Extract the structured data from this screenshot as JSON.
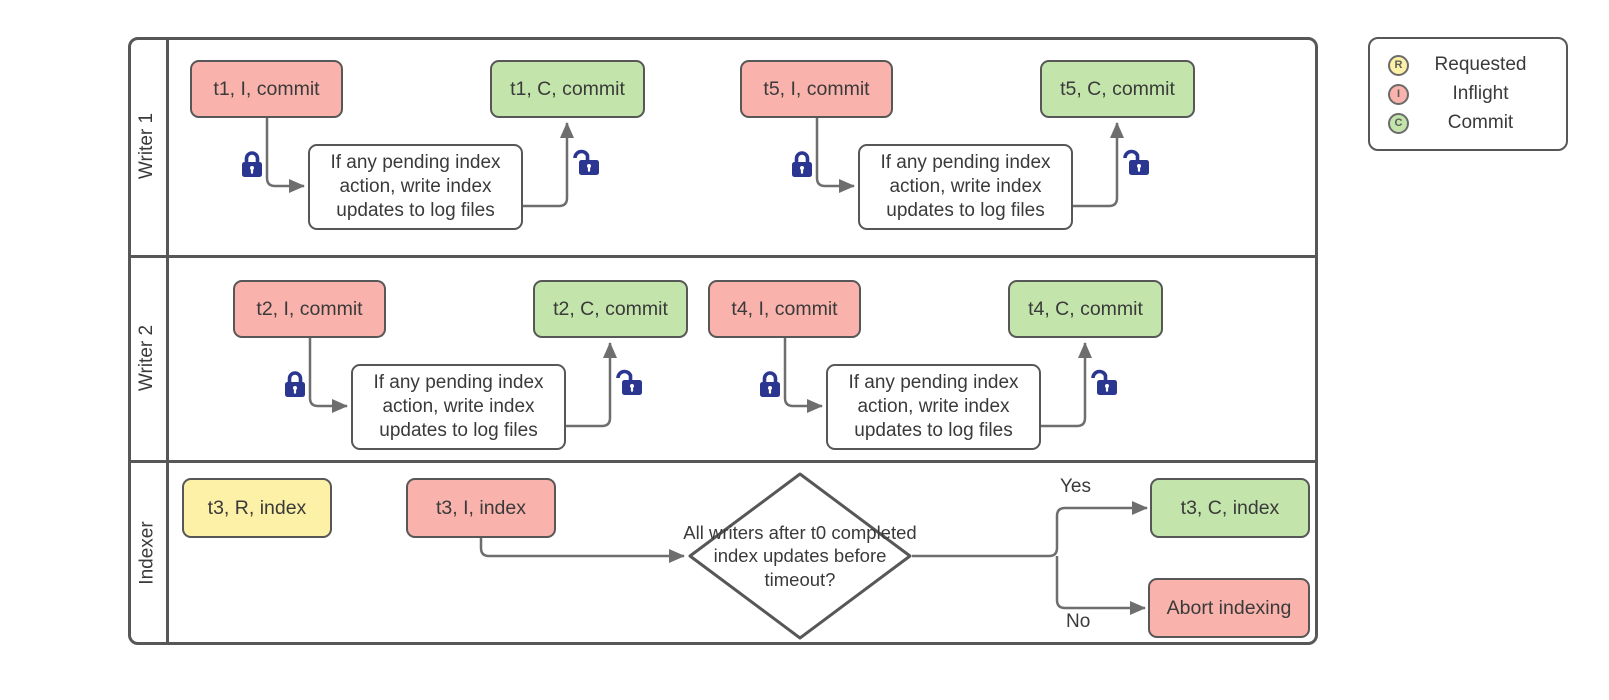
{
  "colors": {
    "requested": "#fdf0a7",
    "inflight": "#f9b3ac",
    "commit": "#c3e5ab",
    "lock": "#2b3691",
    "border": "#575757",
    "arrow": "#6e6e6e"
  },
  "diagram": {
    "lanes": [
      {
        "label": "Writer 1"
      },
      {
        "label": "Writer 2"
      },
      {
        "label": "Indexer"
      }
    ],
    "note": "If any pending index action, write index updates to log files",
    "writer1": {
      "g1": {
        "inflight": "t1, I, commit",
        "commit": "t1, C, commit"
      },
      "g2": {
        "inflight": "t5, I, commit",
        "commit": "t5, C, commit"
      }
    },
    "writer2": {
      "g1": {
        "inflight": "t2, I, commit",
        "commit": "t2, C, commit"
      },
      "g2": {
        "inflight": "t4, I, commit",
        "commit": "t4, C, commit"
      }
    },
    "indexer": {
      "requested": "t3, R, index",
      "inflight": "t3, I, index",
      "decision": "All writers after t0 completed index updates before timeout?",
      "yes": "Yes",
      "no": "No",
      "commit": "t3, C, index",
      "abort": "Abort indexing"
    }
  },
  "legend": {
    "items": [
      {
        "symbol": "R",
        "label": "Requested",
        "color": "#fdf0a7"
      },
      {
        "symbol": "I",
        "label": "Inflight",
        "color": "#f9b3ac"
      },
      {
        "symbol": "C",
        "label": "Commit",
        "color": "#c3e5ab"
      }
    ]
  }
}
